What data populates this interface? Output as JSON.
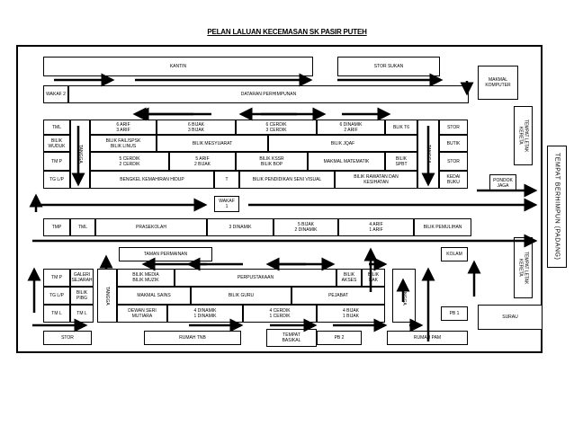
{
  "title": "PELAN LALUAN KECEMASAN SK PASIR PUTEH",
  "rooms": {
    "kantin": "KANTIN",
    "stor_sukan": "STOR SUKAN",
    "makmal_komputer": "MAKMAL\nKOMPUTER",
    "wakaf2": "WAKAF 2",
    "dataran": "DATARAN PERHIMPUNAN",
    "tml1": "TML",
    "bilik_wuduk": "BILIK\nWUDUK",
    "tmp1": "TM P",
    "tglp1": "TG L/P",
    "tangga1": "TANGGA",
    "r_6arif": "6 ARIF\n3 ARIF",
    "r_6bijak": "6 BIJAK\n3 BIJAK",
    "r_6cerdik": "6 CERDIK\n3 CERDIK",
    "r_6dinamik": "6 DINAMIK\n2 ARIF",
    "bilik_t6": "BLIK T6",
    "bilik_fail": "BILIK FAIL/SPSK\nBILIK LINUS",
    "bilik_mesyuarat": "BILIK MESYUARAT",
    "bilik_jqaf": "BILIK JQAF",
    "r_5cerdik": "5 CERDIK\n2 CERDIK",
    "r_5arif": "5 ARIF\n2 BIJAK",
    "bilik_kssr": "BILIK KSSR\nBILIK BOP",
    "makmal_matematik": "MAKMAL MATEMATIK",
    "bilik_spbt": "BILIK\nSPBT",
    "bengkel": "BENGKEL KEMAHIRAN HIDUP",
    "t_small": "T",
    "bilik_seni": "BILIK PENDIDIKAN SENI VISUAL",
    "bilik_rawatan": "BILIK RAWATAN DAN\nKESIHATAN",
    "tangga2": "TANGGA",
    "stor1": "STOR",
    "butik": "BUTIK",
    "stor2": "STOR",
    "kedai_buku": "KEDAI\nBUKU",
    "tempat_letak1": "TEMPAT LETAK\nKERETA",
    "pondok_jaga": "PONDOK\nJAGA",
    "wakaf1": "WAKAF\n1",
    "tmp2": "TMP",
    "tml2": "TML",
    "prasekolah": "PRASEKOLAH",
    "r_3dinamik": "3 DINAMIK",
    "r_5bijak": "5 BIJAK\n2 DINAMIK",
    "r_4arif": "4 ARIF\n1 ARIF",
    "bilik_pemulihan": "BILIK PEMULIHAN",
    "kolam": "KOLAM",
    "tempat_letak2": "TEMPAT LETAK\nKERETA",
    "taman": "TAMAN PERMAINAN",
    "tmp3": "TM P",
    "galeri": "GALERI\nSEJARAH",
    "tglp2": "TG L/P",
    "bilik_pibg": "BILIK\nPIBG",
    "tml3": "TM L",
    "tml4": "TM L",
    "tangga3": "TANGGA",
    "bilik_media": "BILIK MEDIA\nBILIK MUZIK",
    "perpustakaan": "PERPUSTAKAAN",
    "bilik_akses": "BILIK\nAKSES",
    "bilik_bak": "BILIK\nBAK",
    "tangga4": "TANGGA",
    "makmal_sains": "MAKMAL SAINS",
    "bilik_guru": "BILIK GURU",
    "pejabat": "PEJABAT",
    "dewan_seri": "DEWAN SERI\nMUTIARA",
    "r_4dinamik": "4 DINAMIK\n1 DINAMIK",
    "r_4cerdik": "4 CERDIK\n1 CERDIK",
    "r_4bijak": "4 BIJAK\n1 BIJAK",
    "pb1": "PB 1",
    "surau": "SURAU",
    "stor3": "STOR",
    "rumah_tnb": "RUMAH TNB",
    "tempat_basikal": "TEMPAT\nBASIKAL",
    "pb2": "PB 2",
    "rumah_pam": "RUMAH PAM"
  },
  "assembly_point": "TEMPAT BERHIMPUN (PADANG)"
}
